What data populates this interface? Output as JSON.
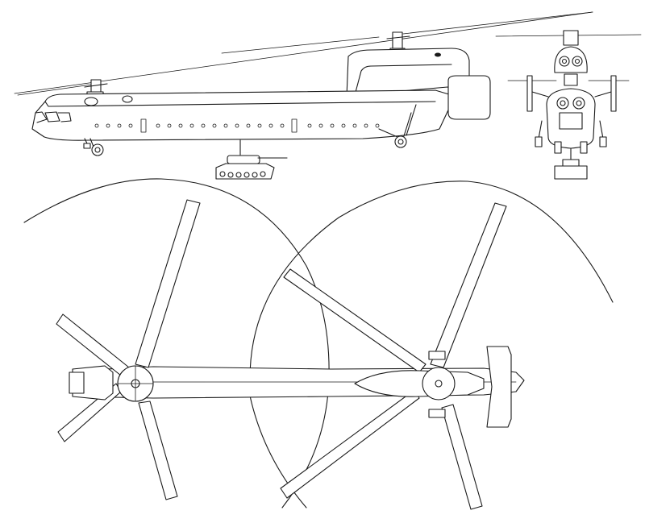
{
  "drawing": {
    "views": [
      "side-view",
      "front-view",
      "top-view"
    ],
    "colors": {
      "ink": "#1a1a1a",
      "background": "#ffffff"
    },
    "icons": [
      "helicopter-side-view-icon",
      "helicopter-front-view-icon",
      "helicopter-plan-view-icon",
      "tank-cargo-icon"
    ]
  }
}
